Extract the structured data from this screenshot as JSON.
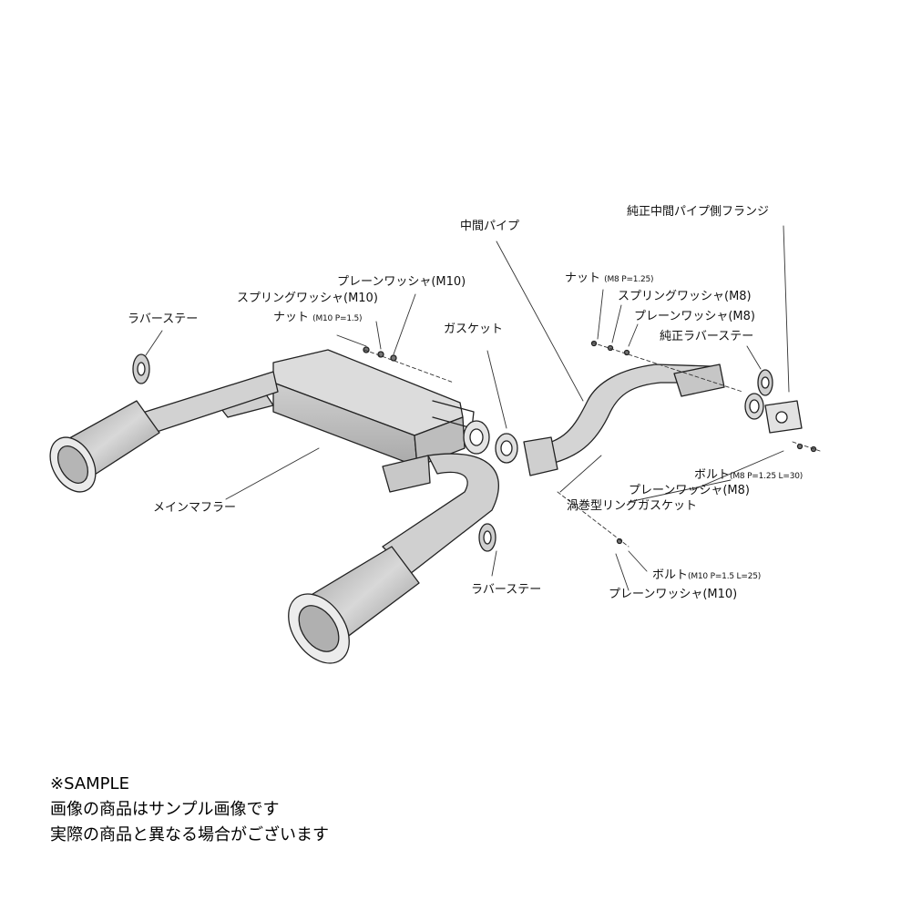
{
  "labels": {
    "rubber_stay_left": "ラバーステー",
    "main_muffler": "メインマフラー",
    "nut_m10": "ナット",
    "nut_m10_spec": "(M10 P=1.5)",
    "spring_washer_m10": "スプリングワッシャ(M10)",
    "plain_washer_m10_top": "プレーンワッシャ(M10)",
    "gasket": "ガスケット",
    "middle_pipe": "中間パイプ",
    "nut_m8": "ナット",
    "nut_m8_spec": "(M8 P=1.25)",
    "spring_washer_m8": "スプリングワッシャ(M8)",
    "plain_washer_m8_top": "プレーンワッシャ(M8)",
    "oem_rubber_stay": "純正ラバーステー",
    "oem_middle_pipe_flange": "純正中間パイプ側フランジ",
    "bolt_m8": "ボルト",
    "bolt_m8_spec": "(M8 P=1.25 L=30)",
    "plain_washer_m8_bottom": "プレーンワッシャ(M8)",
    "spiral_ring_gasket": "渦巻型リングガスケット",
    "rubber_stay_bottom": "ラバーステー",
    "bolt_m10": "ボルト",
    "bolt_m10_spec": "(M10 P=1.5 L=25)",
    "plain_washer_m10_bottom": "プレーンワッシャ(M10)"
  },
  "notes": {
    "sample": "※SAMPLE",
    "line1": "画像の商品はサンプル画像です",
    "line2": "実際の商品と異なる場合がございます"
  }
}
